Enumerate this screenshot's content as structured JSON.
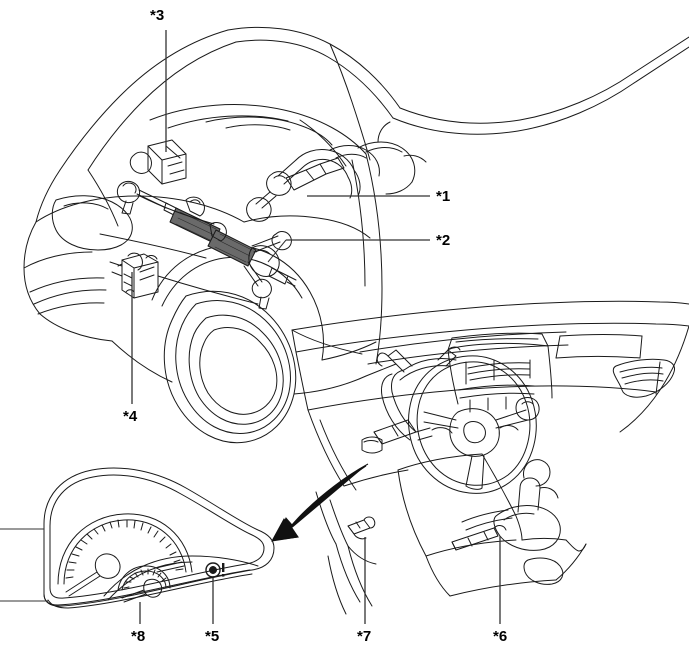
{
  "figure": {
    "type": "automotive-technical-illustration",
    "subject": "Electric power steering system component location",
    "background_color": "#ffffff",
    "line_color": "#1a1a1a",
    "leader_line_color": "#333333",
    "shade_color": "#555555",
    "views": [
      {
        "name": "engine-compartment-view",
        "description": "Front three-quarter cutaway of vehicle front end showing steering gear assembly, tie rods, and mounted control modules"
      },
      {
        "name": "instrument-panel-view",
        "description": "Interior dashboard view with steering wheel, center console, shift lever and air vents"
      },
      {
        "name": "combination-meter-detail",
        "description": "Enlarged instrument cluster showing speedometer, tachometer and warning indicator lamp"
      }
    ]
  },
  "callouts": [
    {
      "id": "1",
      "label": "*1",
      "leader": "horizontal-right"
    },
    {
      "id": "2",
      "label": "*2",
      "leader": "horizontal-right"
    },
    {
      "id": "3",
      "label": "*3",
      "leader": "vertical-down"
    },
    {
      "id": "4",
      "label": "*4",
      "leader": "vertical-up"
    },
    {
      "id": "5",
      "label": "*5",
      "leader": "vertical-up"
    },
    {
      "id": "6",
      "label": "*6",
      "leader": "vertical-up"
    },
    {
      "id": "7",
      "label": "*7",
      "leader": "vertical-up"
    },
    {
      "id": "8",
      "label": "*8",
      "leader": "vertical-up"
    }
  ],
  "indicators": {
    "warning_lamp_glyph": "steering-warning-icon"
  }
}
